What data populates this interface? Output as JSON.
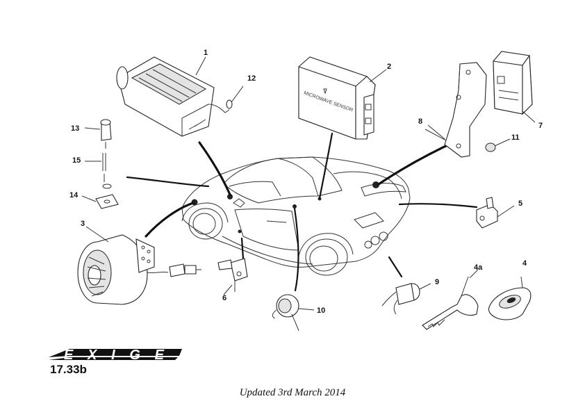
{
  "brand": {
    "logo_text": "EXIGE"
  },
  "page_code": "17.33b",
  "updated_note": "Updated 3rd March 2014",
  "components": {
    "sensor_label": "MICROWAVE SENSOR"
  },
  "callouts": [
    "1",
    "2",
    "3",
    "4",
    "4a",
    "5",
    "6",
    "7",
    "8",
    "9",
    "10",
    "11",
    "12",
    "13",
    "14",
    "15"
  ]
}
